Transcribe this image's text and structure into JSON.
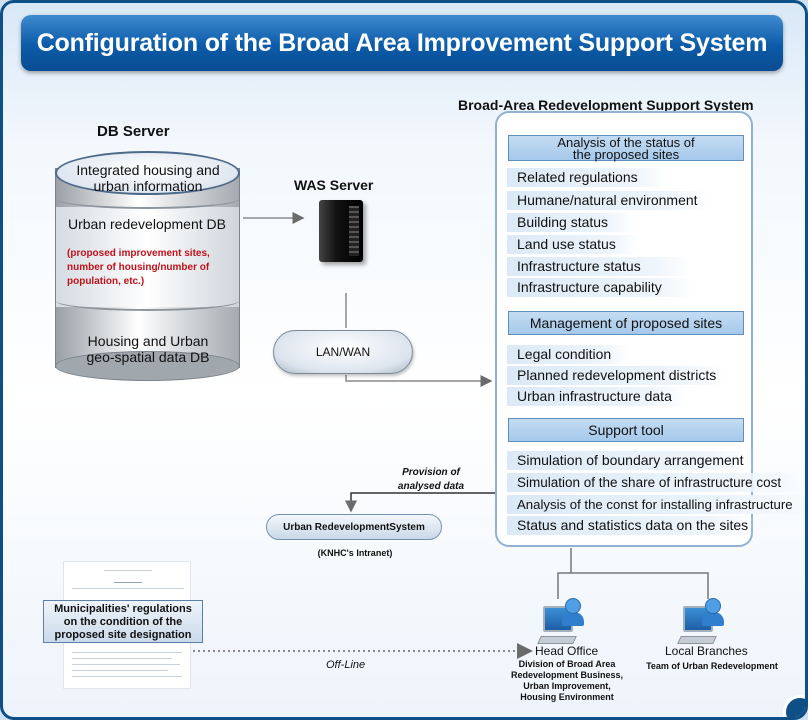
{
  "title": "Configuration of the Broad Area Improvement Support System",
  "db_server": {
    "label": "DB Server",
    "layer1_line1": "Integrated housing and",
    "layer1_line2": "urban information",
    "layer2": "Urban redevelopment DB",
    "layer2_note_1": "(proposed improvement sites,",
    "layer2_note_2": "number of housing/number of",
    "layer2_note_3": "population, etc.)",
    "layer3_line1": "Housing and Urban",
    "layer3_line2": "geo-spatial data DB"
  },
  "was_server": {
    "label": "WAS Server"
  },
  "network": {
    "label": "LAN/WAN"
  },
  "support_system": {
    "title": "Broad-Area Redevelopment Support System",
    "sections": [
      {
        "header_line1": "Analysis of the status of",
        "header_line2": "the proposed sites",
        "items": [
          "Related regulations",
          "Humane/natural environment",
          "Building status",
          "Land use status",
          "Infrastructure status",
          "Infrastructure capability"
        ]
      },
      {
        "header_line1": "Management of proposed sites",
        "items": [
          "Legal condition",
          "Planned redevelopment districts",
          "Urban infrastructure data"
        ]
      },
      {
        "header_line1": "Support tool",
        "items": [
          "Simulation of boundary arrangement",
          "Simulation of the share of infrastructure cost",
          "Analysis of the const for installing infrastructure",
          "Status and statistics data on the sites"
        ]
      }
    ]
  },
  "provision": {
    "line1": "Provision of",
    "line2": "analysed data"
  },
  "urban_redevelopment_system": {
    "label": "Urban RedevelopmentSystem",
    "caption": "(KNHC's Intranet)"
  },
  "regulations": {
    "line1": "Municipalities' regulations",
    "line2": "on the condition of the",
    "line3": "proposed site designation"
  },
  "offline": {
    "label": "Off-Line"
  },
  "head_office": {
    "label": "Head Office",
    "line1": "Division of Broad Area",
    "line2": "Redevelopment Business,",
    "line3": "Urban Improvement,",
    "line4": "Housing Environment"
  },
  "local_branches": {
    "label": "Local Branches",
    "line1": "Team of Urban Redevelopment"
  },
  "colors": {
    "title_bar": "#0c5ba8",
    "accent_red": "#c0121b",
    "section_header": "#a5c8ea",
    "item_bg": "#dbe9f6"
  }
}
